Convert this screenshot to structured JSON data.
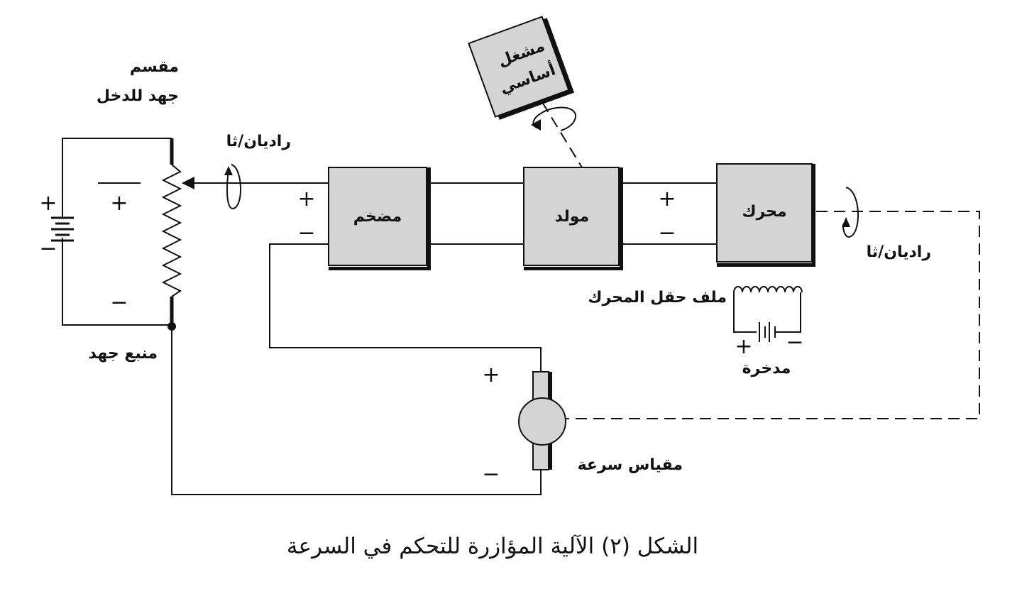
{
  "labels": {
    "divider_line1": "مقسم",
    "divider_line2": "جهد للدخل",
    "voltage_source": "منبع جهد",
    "rad_s_input": "راديان/ثا",
    "rad_s_output": "راديان/ثا",
    "prime_mover_line1": "مشغل",
    "prime_mover_line2": "أساسي",
    "amplifier": "مضخم",
    "generator": "مولد",
    "motor": "محرك",
    "field_coil": "ملف حقل المحرك",
    "battery": "مدخرة",
    "tachometer": "مقياس سرعة"
  },
  "signs": {
    "plus": "+",
    "minus": "−"
  },
  "caption": "الشكل (٢) الآلية المؤازرة للتحكم في السرعة"
}
